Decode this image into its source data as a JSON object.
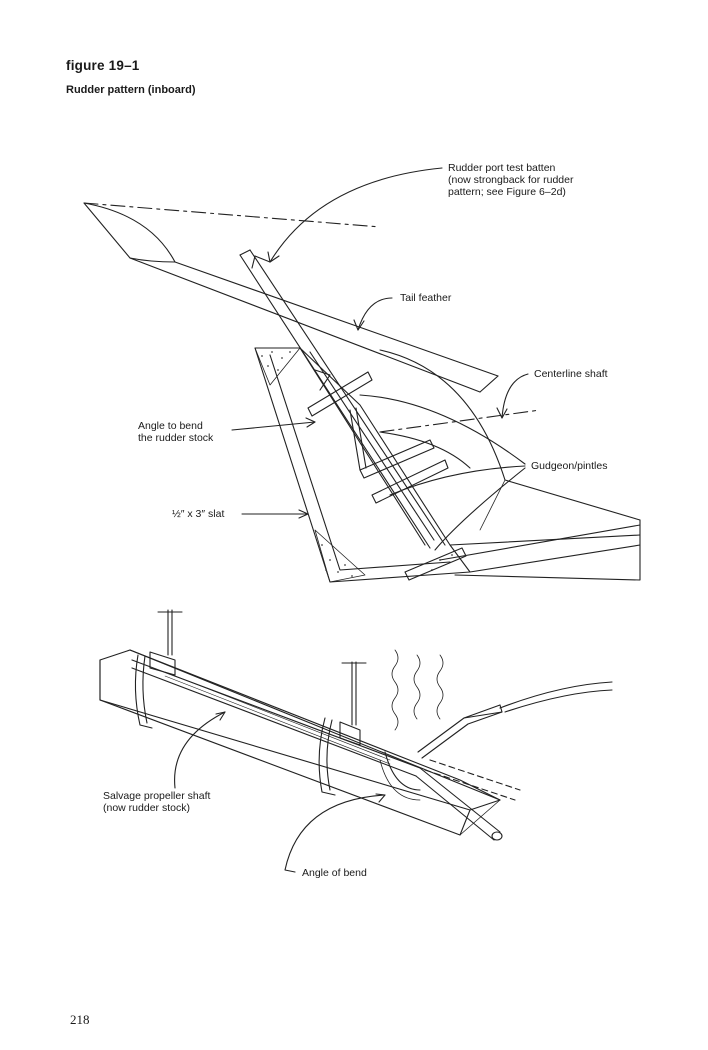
{
  "figure": {
    "number": "figure 19–1",
    "caption": "Rudder pattern (inboard)"
  },
  "labels": {
    "rudder_port_batten": [
      "Rudder port test batten",
      "(now strongback for rudder",
      "pattern; see Figure 6–2d)"
    ],
    "tail_feather": "Tail feather",
    "centerline_shaft": "Centerline shaft",
    "angle_to_bend": [
      "Angle to bend",
      "the rudder stock"
    ],
    "gudgeon_pintles": "Gudgeon/pintles",
    "slat": "½″ x 3″ slat",
    "salvage_shaft": [
      "Salvage propeller shaft",
      "(now rudder stock)"
    ],
    "angle_of_bend": "Angle of bend"
  },
  "page_number": "218"
}
